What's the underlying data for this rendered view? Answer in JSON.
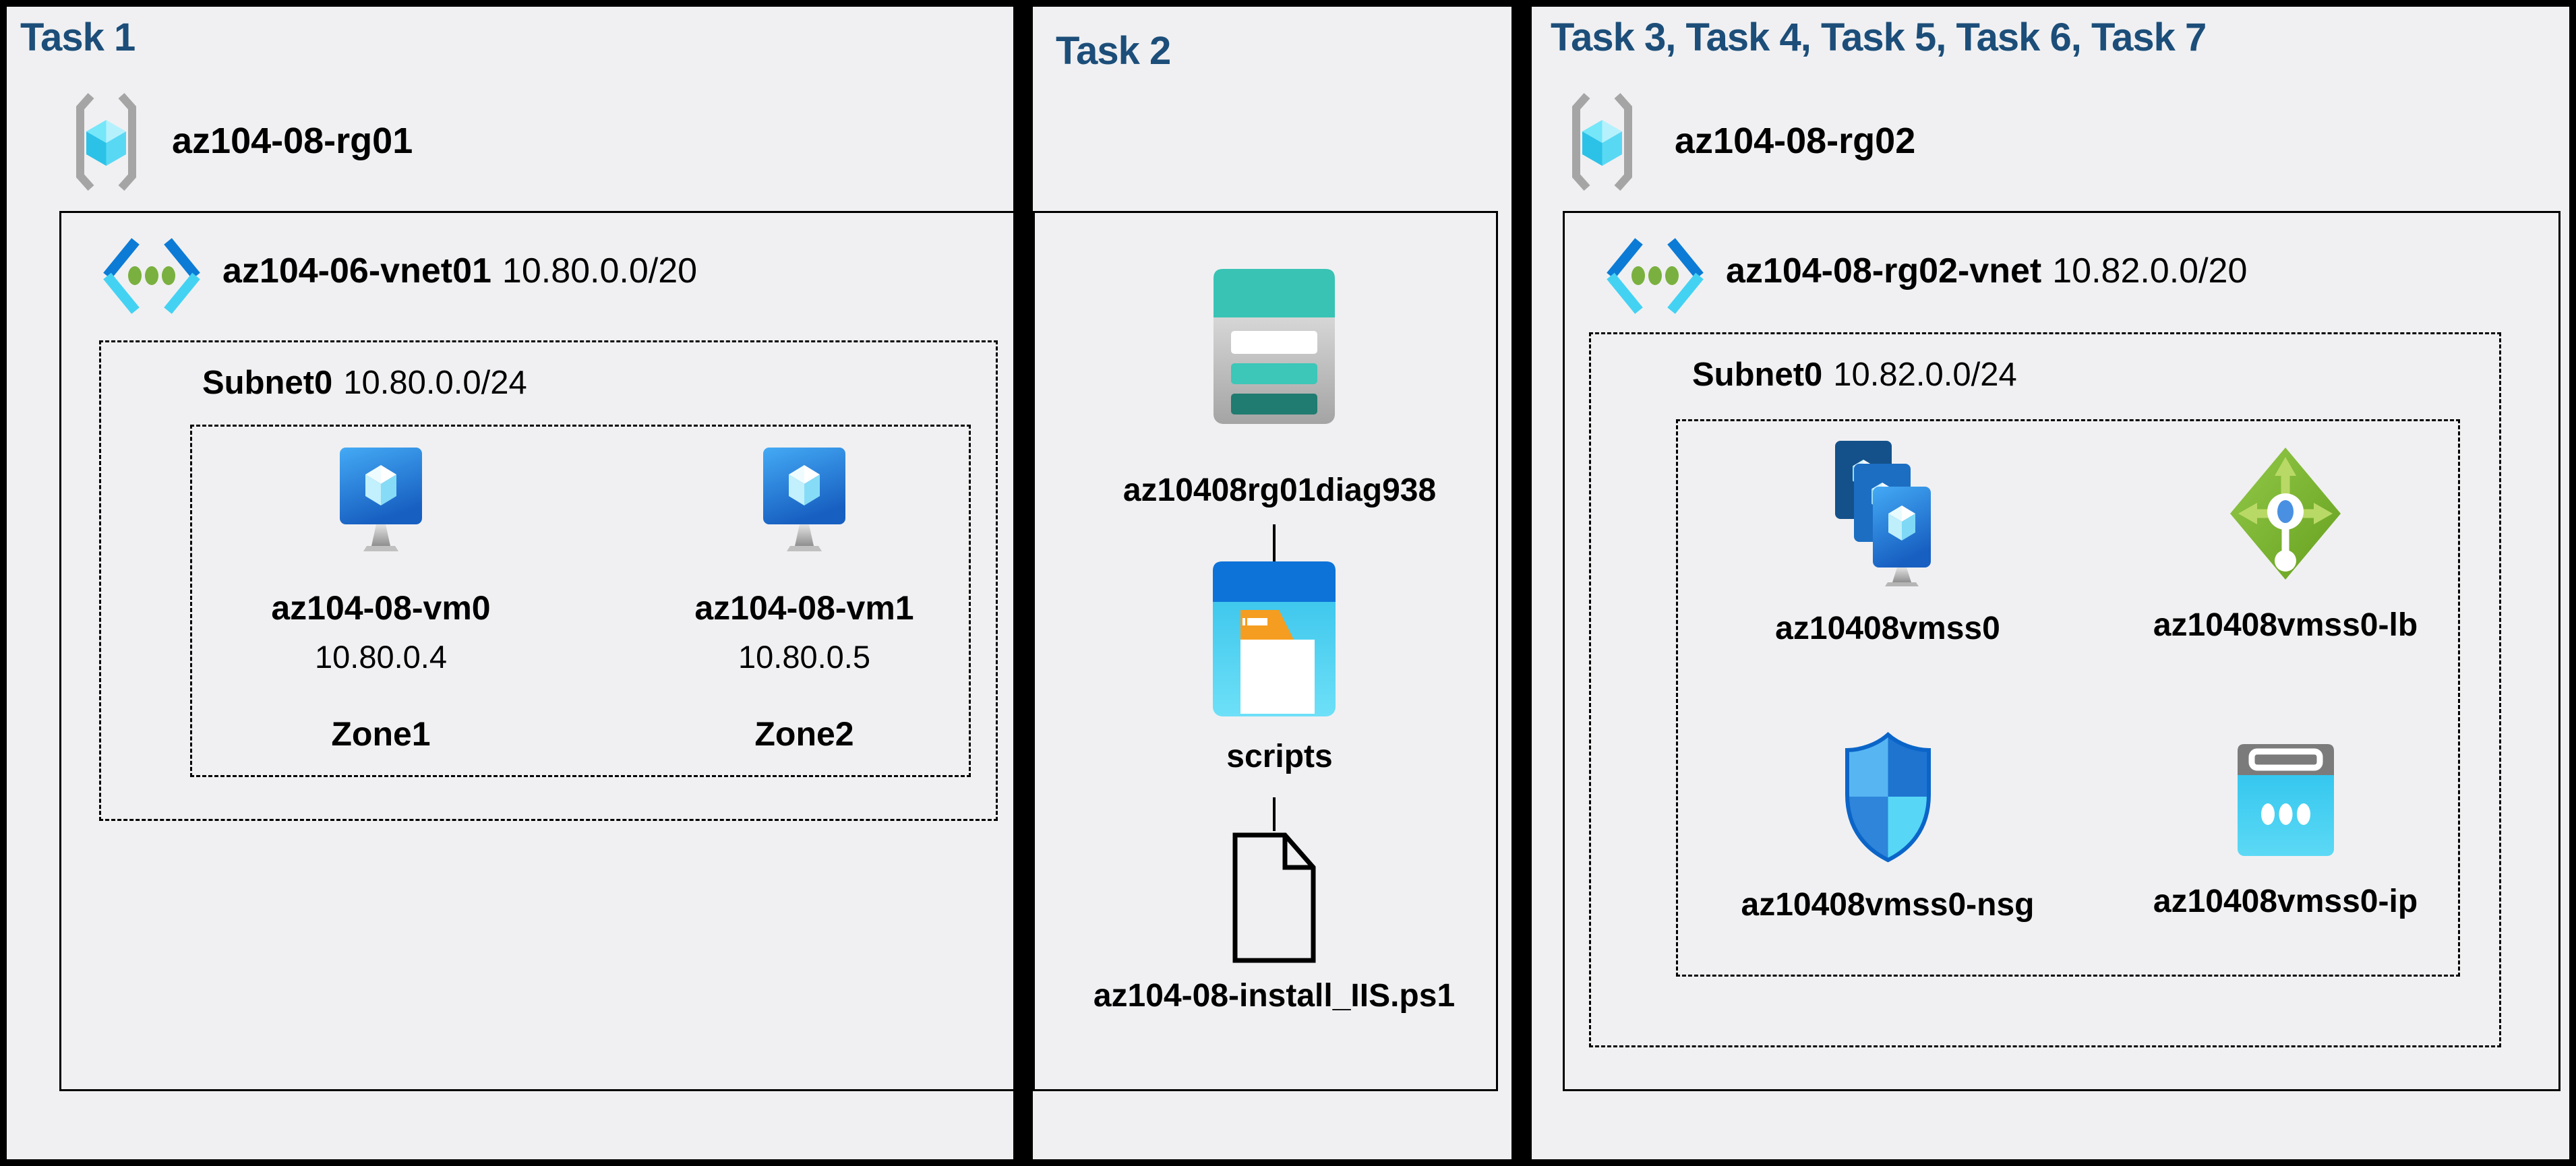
{
  "colors": {
    "task_title": "#1C4E79",
    "panel_background": "#F0F0F2",
    "frame_black": "#000000",
    "teal_storage": "#38C3B4",
    "azure_blue": "#0D7CD7",
    "cyan": "#44D2F3",
    "lb_green": "#7DB82E"
  },
  "icons": {
    "resource_group": "resource-group-icon",
    "virtual_network": "virtual-network-icon",
    "virtual_machine": "virtual-machine-icon",
    "storage_account": "storage-account-icon",
    "blob_container": "blob-container-icon",
    "script_file": "file-icon",
    "vm_scale_set": "vm-scale-set-icon",
    "load_balancer": "load-balancer-icon",
    "network_security_group": "network-security-group-icon",
    "public_ip": "public-ip-icon"
  },
  "task1": {
    "title": "Task 1",
    "resource_group": "az104-08-rg01",
    "vnet_name": "az104-06-vnet01",
    "vnet_cidr": "10.80.0.0/20",
    "subnet_name": "Subnet0",
    "subnet_cidr": "10.80.0.0/24",
    "vms": [
      {
        "name": "az104-08-vm0",
        "ip": "10.80.0.4",
        "zone": "Zone1"
      },
      {
        "name": "az104-08-vm1",
        "ip": "10.80.0.5",
        "zone": "Zone2"
      }
    ]
  },
  "task2": {
    "title": "Task 2",
    "storage_account": "az10408rg01diag938",
    "container": "scripts",
    "file": "az104-08-install_IIS.ps1"
  },
  "task3": {
    "title": "Task 3, Task 4, Task 5, Task 6, Task 7",
    "resource_group": "az104-08-rg02",
    "vnet_name": "az104-08-rg02-vnet",
    "vnet_cidr": "10.82.0.0/20",
    "subnet_name": "Subnet0",
    "subnet_cidr": "10.82.0.0/24",
    "resources": [
      {
        "label": "az10408vmss0"
      },
      {
        "label": "az10408vmss0-lb"
      },
      {
        "label": "az10408vmss0-nsg"
      },
      {
        "label": "az10408vmss0-ip"
      }
    ]
  }
}
